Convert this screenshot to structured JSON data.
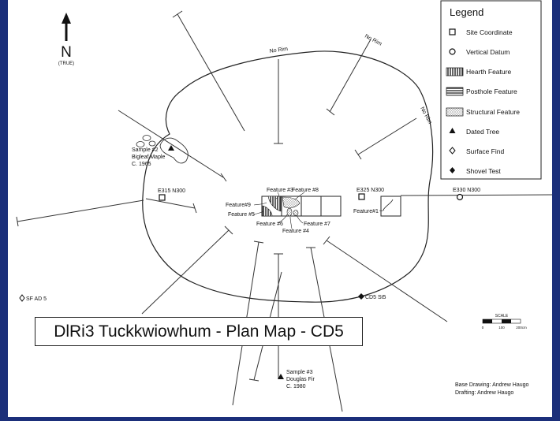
{
  "map": {
    "title": "DlRi3 Tuckkwiowhum - Plan Map - CD5",
    "north": {
      "letter": "N",
      "sub": "(TRUE)"
    },
    "legend": {
      "title": "Legend",
      "items": [
        {
          "label": "Site Coordinate",
          "symbol": "square-outline"
        },
        {
          "label": "Vertical Datum",
          "symbol": "circle-outline"
        },
        {
          "label": "Hearth Feature",
          "symbol": "vertical-hatch"
        },
        {
          "label": "Posthole Feature",
          "symbol": "horizontal-hatch"
        },
        {
          "label": "Structural Feature",
          "symbol": "stipple"
        },
        {
          "label": "Dated Tree",
          "symbol": "triangle"
        },
        {
          "label": "Surface Find",
          "symbol": "diamond-outline"
        },
        {
          "label": "Shovel Test",
          "symbol": "diamond-filled"
        }
      ]
    },
    "rim_labels": [
      "No Rim",
      "No Rim",
      "No Rim"
    ],
    "features": {
      "f3": "Feature #3",
      "f8": "Feature #8",
      "f9": "Feature#9",
      "f5": "Feature #5",
      "f6": "Feature #6",
      "f7": "Feature #7",
      "f4": "Feature #4",
      "f1": "Feature#1"
    },
    "coordinates": {
      "e315": "E315 N300",
      "e325": "E325 N300",
      "e330": "E330 N300"
    },
    "samples": {
      "s2": [
        "Sample #2",
        "Bigleaf Maple",
        "C. 1965"
      ],
      "s3": [
        "Sample #3",
        "Douglas Fir",
        "C. 1980"
      ]
    },
    "surface_find": "SF AD 5",
    "shovel_test": "CD5 St5",
    "scale": {
      "label": "SCALE",
      "ticks": [
        "0",
        "100",
        "200cm"
      ]
    },
    "credits": [
      "Base Drawing: Andrew Haugo",
      "Drafting: Andrew Haugo"
    ],
    "colors": {
      "frame": "#1b2f7a",
      "sheet": "#ffffff",
      "ink": "#111111"
    }
  }
}
